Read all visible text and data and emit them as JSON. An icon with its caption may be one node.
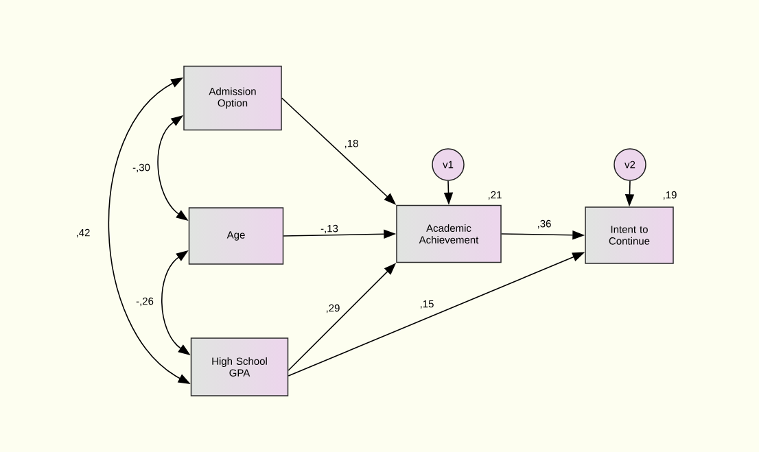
{
  "diagram": {
    "nodes": [
      {
        "text": [
          "Admission Option"
        ]
      },
      {
        "text": [
          "Age"
        ]
      },
      {
        "text": [
          "High School GPA"
        ]
      },
      {
        "text": [
          "v1"
        ]
      },
      {
        "text": [
          "Academic Achievement"
        ],
        "beside": [
          ",21"
        ]
      },
      {
        "text": [
          "v2"
        ]
      },
      {
        "text": [
          "Intent to Continue"
        ],
        "beside": [
          ",19"
        ]
      }
    ],
    "edges": [
      {
        "from": 0,
        "to": 4,
        "arrow": "to",
        "label": ",18"
      },
      {
        "from": 1,
        "to": 4,
        "arrow": "to",
        "label": "-,13"
      },
      {
        "from": 2,
        "to": 4,
        "arrow": "to",
        "label": ",29"
      },
      {
        "from": 4,
        "to": 6,
        "arrow": "to",
        "label": ",36"
      },
      {
        "from": 2,
        "to": 6,
        "arrow": "to",
        "label": ",15"
      },
      {
        "from": 3,
        "to": 4,
        "arrow": "to"
      },
      {
        "from": 5,
        "to": 6,
        "arrow": "to"
      },
      {
        "from": 0,
        "to": 1,
        "arrow": "both",
        "label": "-,30"
      },
      {
        "from": 1,
        "to": 2,
        "arrow": "both",
        "label": "-,26"
      },
      {
        "from": 0,
        "to": 2,
        "arrow": "both",
        "label": ",42"
      }
    ]
  }
}
